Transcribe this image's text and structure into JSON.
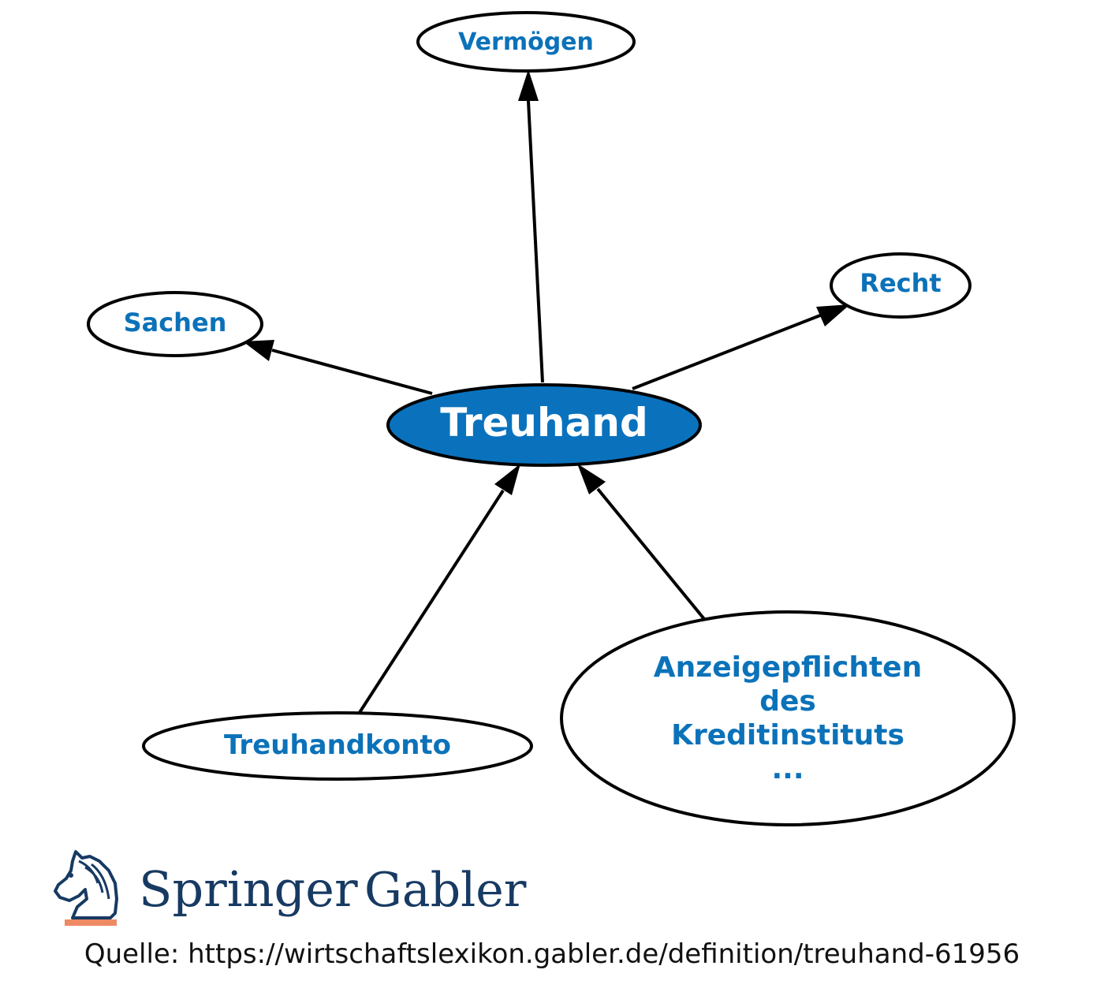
{
  "center": {
    "label": "Treuhand"
  },
  "nodes": {
    "vermoegen": {
      "label": "Vermögen"
    },
    "recht": {
      "label": "Recht"
    },
    "sachen": {
      "label": "Sachen"
    },
    "treuhandkonto": {
      "label": "Treuhandkonto"
    },
    "anzeigepflichten": {
      "lines": [
        "Anzeigepflichten",
        "des",
        "Kreditinstituts",
        "..."
      ]
    }
  },
  "edges": [
    {
      "from": "Treuhand",
      "to": "Vermögen"
    },
    {
      "from": "Treuhand",
      "to": "Recht"
    },
    {
      "from": "Treuhand",
      "to": "Sachen"
    },
    {
      "from": "Treuhandkonto",
      "to": "Treuhand"
    },
    {
      "from": "Anzeigepflichten des Kreditinstituts ...",
      "to": "Treuhand"
    }
  ],
  "logo": {
    "word1": "Springer",
    "word2": "Gabler"
  },
  "source": {
    "text": "Quelle: https://wirtschaftslexikon.gabler.de/definition/treuhand-61956"
  },
  "colors": {
    "node_text": "#0b72b9",
    "center_fill": "#0a72bd",
    "logo": "#173a63",
    "logo_bar": "#ee8a63"
  }
}
